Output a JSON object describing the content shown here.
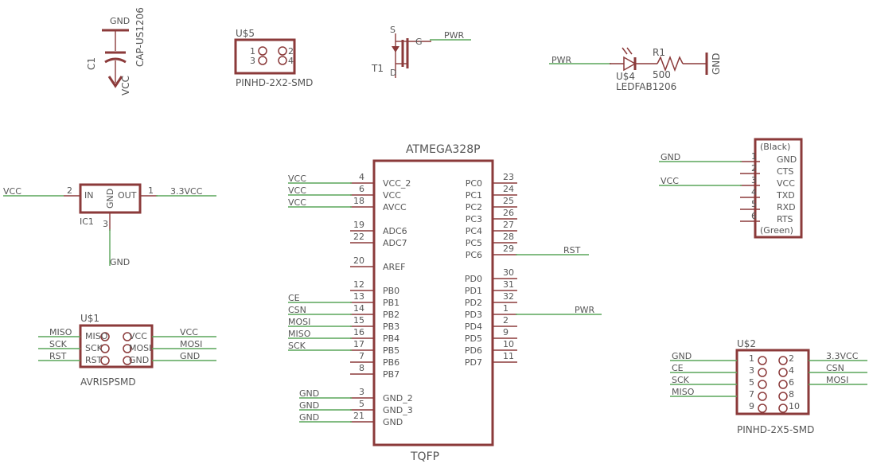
{
  "c1": {
    "name": "C1",
    "value": "CAP-US1206",
    "net_top": "GND",
    "net_bot": "VCC"
  },
  "u5": {
    "name": "U$5",
    "footprint": "PINHD-2X2-SMD",
    "pins": [
      "1",
      "2",
      "3",
      "4"
    ]
  },
  "t1": {
    "name": "T1",
    "s": "S",
    "g": "G",
    "d": "D",
    "net": "PWR"
  },
  "led": {
    "name": "U$4",
    "value": "LEDFAB1206",
    "net": "PWR"
  },
  "r1": {
    "name": "R1",
    "value": "500",
    "net": "GND"
  },
  "ic1": {
    "name": "IC1",
    "in": "IN",
    "out": "OUT",
    "gnd": "GND",
    "pin_in": "2",
    "pin_out": "1",
    "pin_gnd": "3",
    "net_in": "VCC",
    "net_out": "3.3VCC",
    "net_gnd": "GND"
  },
  "mcu": {
    "title": "ATMEGA328P",
    "package": "TQFP",
    "left": [
      {
        "pin": "4",
        "name": "VCC_2",
        "net": "VCC"
      },
      {
        "pin": "6",
        "name": "VCC",
        "net": "VCC"
      },
      {
        "pin": "18",
        "name": "AVCC",
        "net": "VCC"
      },
      {
        "pin": "19",
        "name": "ADC6",
        "net": ""
      },
      {
        "pin": "22",
        "name": "ADC7",
        "net": ""
      },
      {
        "pin": "20",
        "name": "AREF",
        "net": ""
      },
      {
        "pin": "12",
        "name": "PB0",
        "net": ""
      },
      {
        "pin": "13",
        "name": "PB1",
        "net": "CE"
      },
      {
        "pin": "14",
        "name": "PB2",
        "net": "CSN"
      },
      {
        "pin": "15",
        "name": "PB3",
        "net": "MOSI"
      },
      {
        "pin": "16",
        "name": "PB4",
        "net": "MISO"
      },
      {
        "pin": "17",
        "name": "PB5",
        "net": "SCK"
      },
      {
        "pin": "7",
        "name": "PB6",
        "net": ""
      },
      {
        "pin": "8",
        "name": "PB7",
        "net": ""
      },
      {
        "pin": "3",
        "name": "GND_2",
        "net": "GND"
      },
      {
        "pin": "5",
        "name": "GND_3",
        "net": "GND"
      },
      {
        "pin": "21",
        "name": "GND",
        "net": "GND"
      }
    ],
    "right": [
      {
        "pin": "23",
        "name": "PC0",
        "net": ""
      },
      {
        "pin": "24",
        "name": "PC1",
        "net": ""
      },
      {
        "pin": "25",
        "name": "PC2",
        "net": ""
      },
      {
        "pin": "26",
        "name": "PC3",
        "net": ""
      },
      {
        "pin": "27",
        "name": "PC4",
        "net": ""
      },
      {
        "pin": "28",
        "name": "PC5",
        "net": ""
      },
      {
        "pin": "29",
        "name": "PC6",
        "net": "RST"
      },
      {
        "pin": "30",
        "name": "PD0",
        "net": ""
      },
      {
        "pin": "31",
        "name": "PD1",
        "net": ""
      },
      {
        "pin": "32",
        "name": "PD2",
        "net": ""
      },
      {
        "pin": "1",
        "name": "PD3",
        "net": "PWR"
      },
      {
        "pin": "2",
        "name": "PD4",
        "net": ""
      },
      {
        "pin": "9",
        "name": "PD5",
        "net": ""
      },
      {
        "pin": "10",
        "name": "PD6",
        "net": ""
      },
      {
        "pin": "11",
        "name": "PD7",
        "net": ""
      }
    ]
  },
  "ftdi": {
    "top": "(Black)",
    "bottom": "(Green)",
    "pins": [
      {
        "pin": "1",
        "name": "GND",
        "net": "GND"
      },
      {
        "pin": "2",
        "name": "CTS",
        "net": ""
      },
      {
        "pin": "3",
        "name": "VCC",
        "net": "VCC"
      },
      {
        "pin": "4",
        "name": "TXD",
        "net": ""
      },
      {
        "pin": "5",
        "name": "RXD",
        "net": ""
      },
      {
        "pin": "6",
        "name": "RTS",
        "net": ""
      }
    ]
  },
  "isp": {
    "name": "U$1",
    "footprint": "AVRISPSMD",
    "left": [
      {
        "name": "MISO",
        "net": "MISO"
      },
      {
        "name": "SCK",
        "net": "SCK"
      },
      {
        "name": "RST",
        "net": "RST"
      }
    ],
    "right": [
      {
        "name": "VCC",
        "net": "VCC"
      },
      {
        "name": "MOSI",
        "net": "MOSI"
      },
      {
        "name": "GND",
        "net": "GND"
      }
    ]
  },
  "u2": {
    "name": "U$2",
    "footprint": "PINHD-2X5-SMD",
    "left": [
      {
        "pin": "1",
        "net": "GND"
      },
      {
        "pin": "3",
        "net": "CE"
      },
      {
        "pin": "5",
        "net": "SCK"
      },
      {
        "pin": "7",
        "net": "MISO"
      },
      {
        "pin": "9",
        "net": ""
      }
    ],
    "right": [
      {
        "pin": "2",
        "net": "3.3VCC"
      },
      {
        "pin": "4",
        "net": "CSN"
      },
      {
        "pin": "6",
        "net": "MOSI"
      },
      {
        "pin": "8",
        "net": ""
      },
      {
        "pin": "10",
        "net": ""
      }
    ]
  }
}
